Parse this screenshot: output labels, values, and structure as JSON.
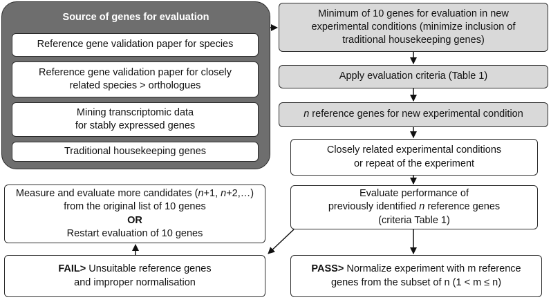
{
  "source": {
    "title": "Source of genes for evaluation",
    "items": [
      "Reference gene validation paper for species",
      [
        "Reference gene validation paper for closely",
        "related species > orthologues"
      ],
      [
        "Mining transcriptomic data",
        "for stably expressed genes"
      ],
      "Traditional housekeeping genes"
    ]
  },
  "flow": {
    "min_genes": [
      "Minimum of 10 genes for evaluation in new",
      "experimental conditions (minimize inclusion of",
      "traditional housekeeping genes)"
    ],
    "apply": "Apply evaluation criteria (Table 1)",
    "n_ref_italic": "n",
    "n_ref_rest": " reference genes for new experimental condition",
    "closely": [
      "Closely related experimental conditions",
      "or repeat of the experiment"
    ],
    "evaluate_l1": "Evaluate performance of",
    "evaluate_l2_pre": "previously identified ",
    "evaluate_l2_n": "n",
    "evaluate_l2_post": " reference genes",
    "evaluate_l3": "(criteria Table 1)",
    "measure_l1_pre": "Measure and evaluate more candidates (",
    "measure_n1": "n",
    "measure_mid1": "+1, ",
    "measure_n2": "n",
    "measure_mid2": "+2,…)",
    "measure_l2": "from the original list of 10 genes",
    "measure_or": "OR",
    "measure_l4": "Restart evaluation of 10 genes",
    "fail_label": "FAIL>",
    "fail_rest": " Unsuitable reference genes",
    "fail_l2": "and improper normalisation",
    "pass_label": "PASS>",
    "pass_rest": " Normalize experiment with m reference",
    "pass_l2": "genes from the subset of n (1 < m ≤ n)"
  }
}
